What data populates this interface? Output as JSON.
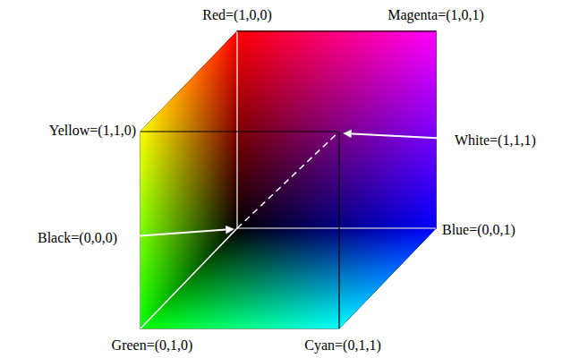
{
  "diagram": {
    "labels": [
      "Red=(1,0,0)",
      "Magenta=(1,0,1)",
      "Yellow=(1,1,0)",
      "White=(1,1,1)",
      "Black=(0,0,0)",
      "Blue=(0,0,1)",
      "Green=(0,1,0)",
      "Cyan=(0,1,1)"
    ]
  }
}
